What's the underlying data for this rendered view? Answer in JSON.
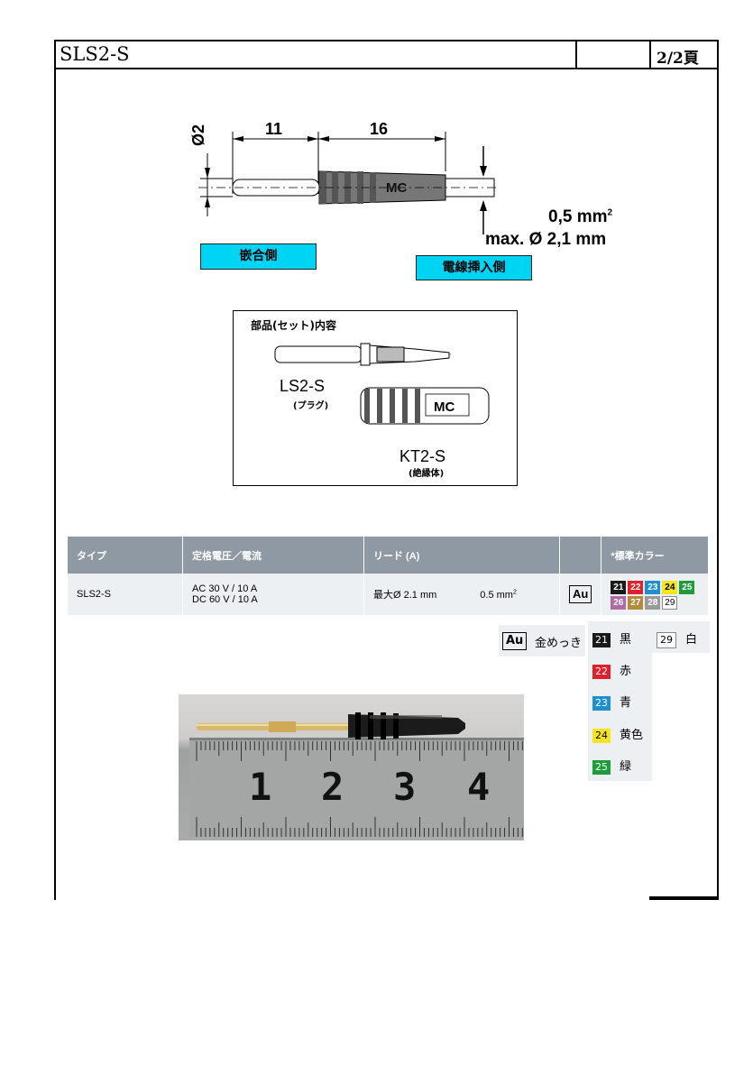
{
  "header": {
    "title": "SLS2-S",
    "page": "2/2頁"
  },
  "drawing": {
    "dim_diameter": "Ø2",
    "dim_11": "11",
    "dim_16": "16",
    "logo": "MC",
    "cross_section": "0,5 mm",
    "cross_section_sup": "2",
    "max_diameter": "max. Ø 2,1 mm",
    "label_mating": "嵌合側",
    "label_wire_insert": "電線挿入側"
  },
  "kit": {
    "title": "部品(セット)内容",
    "part1_name": "LS2-S",
    "part1_sub": "(プラグ)",
    "part2_logo": "MC",
    "part2_name": "KT2-S",
    "part2_sub": "(絶縁体)"
  },
  "table": {
    "headers": [
      "タイプ",
      "定格電圧／電流",
      "リード (A)",
      "",
      "*標準カラー"
    ],
    "row": {
      "type": "SLS2-S",
      "voltage_ac": "AC 30 V / 10 A",
      "voltage_dc": "DC 60 V / 10 A",
      "lead_diameter": "最大Ø 2.1 mm",
      "lead_section": "0.5 mm",
      "lead_section_sup": "2",
      "plating": "Au"
    },
    "colors": [
      {
        "code": "21",
        "color": "#1a1a1a"
      },
      {
        "code": "22",
        "color": "#e0202a"
      },
      {
        "code": "23",
        "color": "#1f8fd0"
      },
      {
        "code": "24",
        "color": "#f5e51c"
      },
      {
        "code": "25",
        "color": "#1e9c3a"
      },
      {
        "code": "26",
        "color": "#b06aa8"
      },
      {
        "code": "27",
        "color": "#b58a3c"
      },
      {
        "code": "28",
        "color": "#9a9a9a"
      },
      {
        "code": "29",
        "color": "#ffffff"
      }
    ]
  },
  "legend": {
    "plating_code": "Au",
    "plating_label": "金めっき",
    "items": [
      {
        "code": "21",
        "name": "黒",
        "color": "#1a1a1a"
      },
      {
        "code": "22",
        "name": "赤",
        "color": "#e0202a"
      },
      {
        "code": "23",
        "name": "青",
        "color": "#1f8fd0"
      },
      {
        "code": "24",
        "name": "黄色",
        "color": "#f5e51c"
      },
      {
        "code": "25",
        "name": "緑",
        "color": "#1e9c3a"
      },
      {
        "code": "29",
        "name": "白",
        "color": "#ffffff"
      }
    ]
  },
  "photo": {
    "ruler_numbers": [
      "1",
      "2",
      "3",
      "4"
    ]
  }
}
